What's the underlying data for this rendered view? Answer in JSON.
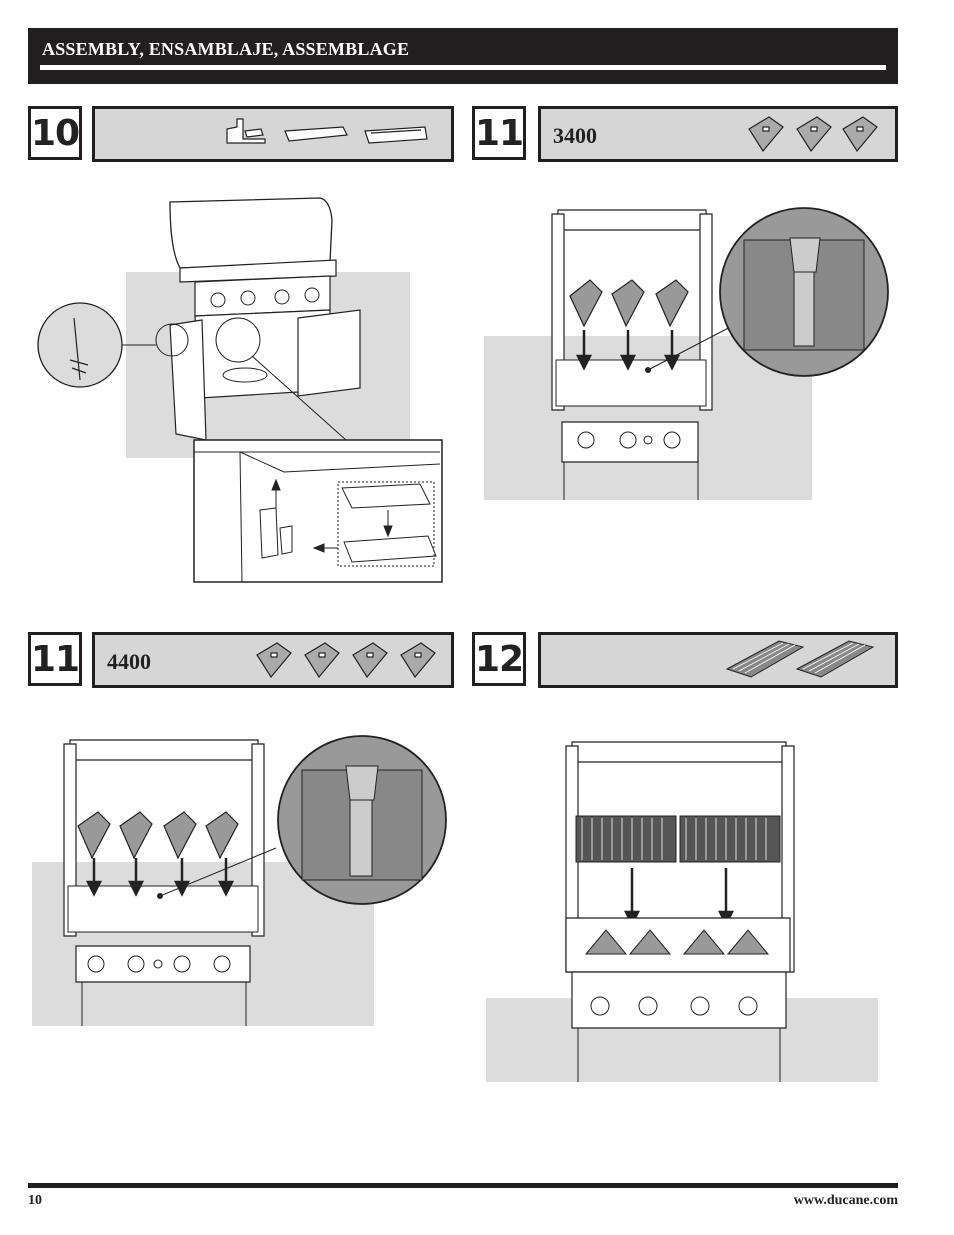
{
  "header": {
    "title": "ASSEMBLY, ENSAMBLAJE, ASSEMBLAGE"
  },
  "steps": [
    {
      "number": "10",
      "model": ""
    },
    {
      "number": "11",
      "model": "3400"
    },
    {
      "number": "11",
      "model": "4400"
    },
    {
      "number": "12",
      "model": ""
    }
  ],
  "footer": {
    "page_number": "10",
    "website": "www.ducane.com"
  },
  "colors": {
    "dark": "#231f20",
    "panel": "#d6d6d6",
    "shadow": "#dcdcdc"
  }
}
